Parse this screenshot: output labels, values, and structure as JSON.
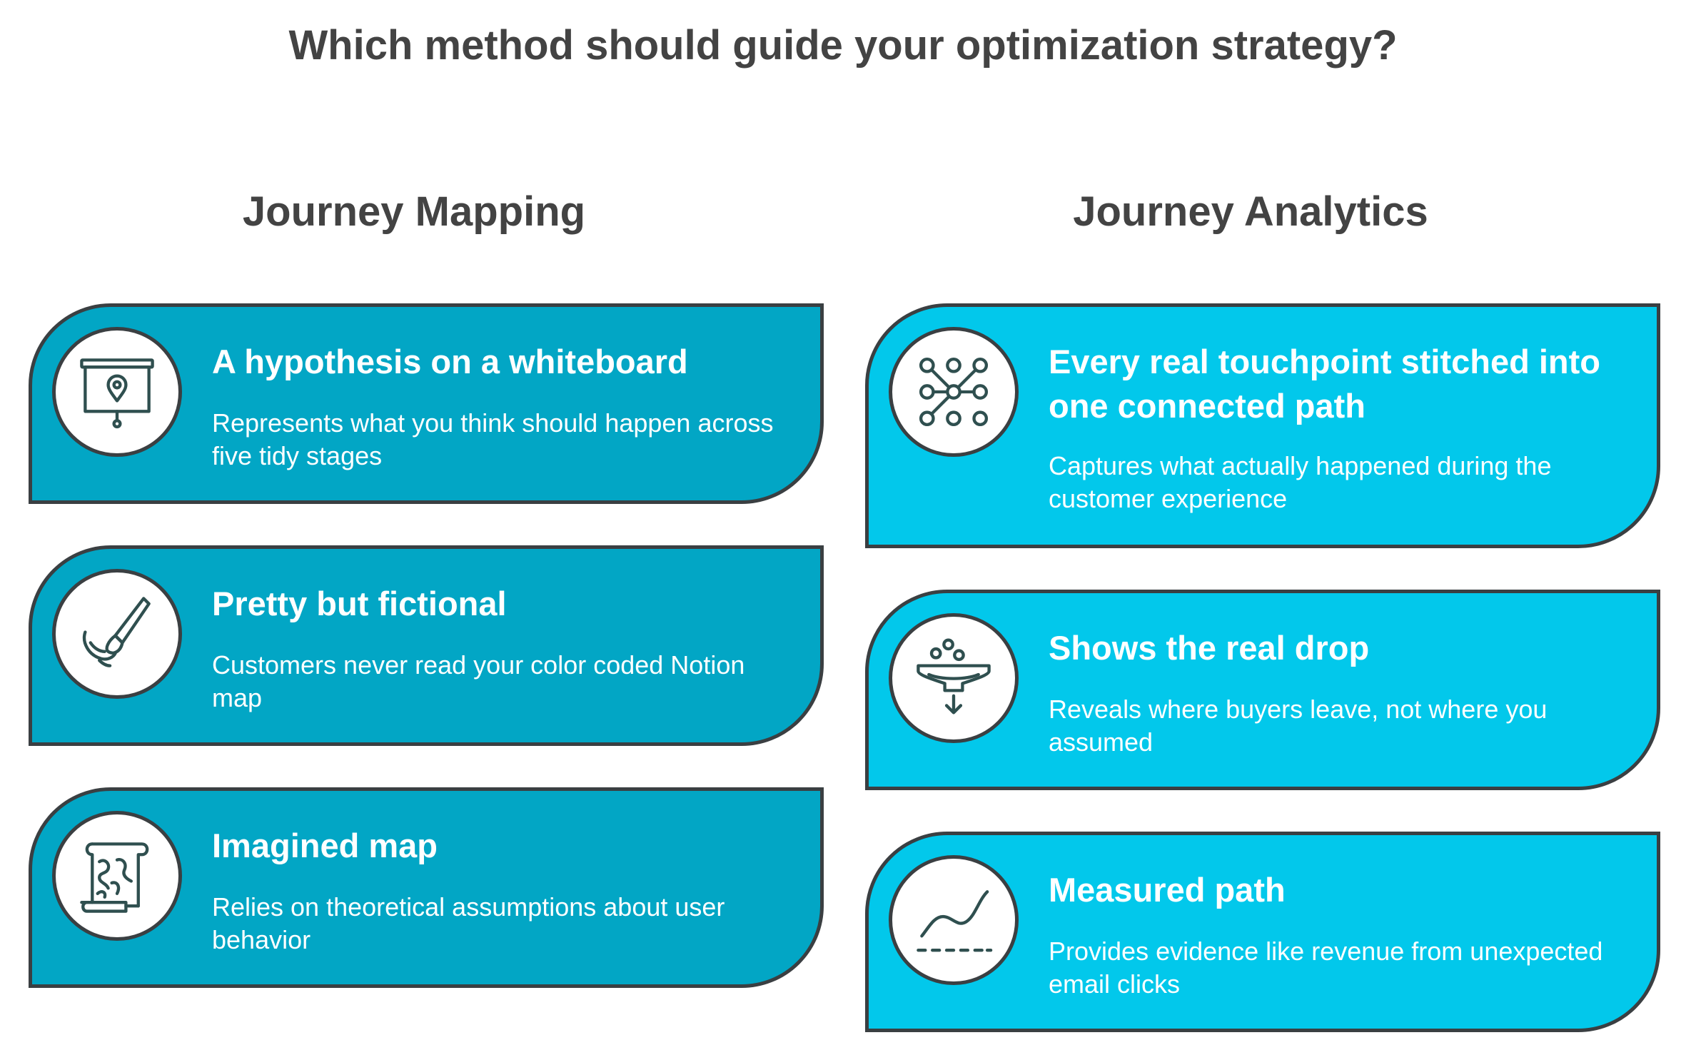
{
  "title": "Which method should guide your optimization strategy?",
  "columns": [
    {
      "heading": "Journey Mapping",
      "cards": [
        {
          "icon": "whiteboard-location-icon",
          "heading": "A hypothesis on a whiteboard",
          "description": "Represents what you think should happen across five tidy stages"
        },
        {
          "icon": "paintbrush-icon",
          "heading": "Pretty but fictional",
          "description": "Customers never read your color coded Notion map"
        },
        {
          "icon": "scroll-map-icon",
          "heading": "Imagined map",
          "description": "Relies on theoretical assumptions about user behavior"
        }
      ]
    },
    {
      "heading": "Journey Analytics",
      "cards": [
        {
          "icon": "connected-nodes-icon",
          "heading": "Every real touchpoint stitched into one connected path",
          "description": "Captures what actually happened during the customer experience"
        },
        {
          "icon": "funnel-icon",
          "heading": "Shows the real drop",
          "description": "Reveals where buyers leave, not where you assumed"
        },
        {
          "icon": "line-trend-icon",
          "heading": "Measured path",
          "description": "Provides evidence like revenue from unexpected email clicks"
        }
      ]
    }
  ],
  "colors": {
    "left_card": "#02a6c5",
    "right_card": "#02c8eb",
    "outline": "#3a3f42",
    "heading_text": "#434343"
  }
}
